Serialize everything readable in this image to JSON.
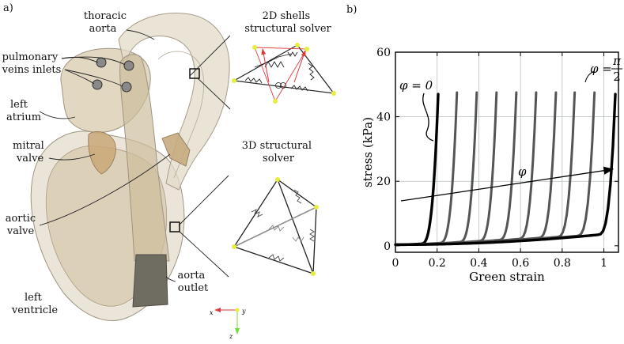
{
  "panel_a": {
    "panel_label": "a)",
    "labels": {
      "thoracic_aorta": [
        "thoracic",
        "aorta"
      ],
      "pulmonary_veins_inlets": [
        "pulmonary",
        "veins inlets"
      ],
      "left_atrium": [
        "left",
        "atrium"
      ],
      "mitral_valve": [
        "mitral",
        "valve"
      ],
      "aortic_valve": [
        "aortic",
        "valve"
      ],
      "left_ventricle": [
        "left",
        "ventricle"
      ],
      "aorta_outlet": [
        "aorta",
        "outlet"
      ],
      "shells_solver": [
        "2D shells",
        "structural solver"
      ],
      "solver_3d": [
        "3D structural",
        "solver"
      ]
    },
    "axes_glyph": {
      "x": "x",
      "y": "y",
      "z": "z"
    },
    "colors": {
      "tissue": "#d9ccb2",
      "tissue_edge": "#a79c88",
      "outlet": "#6f6c62",
      "node": "#e6ef3a",
      "red": "#e03a3a"
    }
  },
  "panel_b": {
    "panel_label": "b)",
    "phi_first": "φ = 0",
    "phi_symbol": "φ",
    "phi_last_prefix": "φ =",
    "phi_last_num": "π",
    "phi_last_den": "2"
  },
  "chart_data": {
    "type": "line",
    "xlabel": "Green strain",
    "ylabel": "stress (kPa)",
    "xlim": [
      0,
      1.07
    ],
    "ylim": [
      -2,
      60
    ],
    "xticks": [
      0,
      0.2,
      0.4,
      0.6,
      0.8,
      1
    ],
    "xtick_labels": [
      "0",
      "0.2",
      "0.4",
      "0.6",
      "0.8",
      "1"
    ],
    "yticks": [
      0,
      20,
      40,
      60
    ],
    "ytick_labels": [
      "0",
      "20",
      "40",
      "60"
    ],
    "grid": true,
    "series": [
      {
        "strain_at_max": 0.205,
        "stress_max": 47,
        "color": "#000000",
        "width": 3.4
      },
      {
        "strain_at_max": 0.295,
        "stress_max": 47.5,
        "color": "#555555",
        "width": 3
      },
      {
        "strain_at_max": 0.39,
        "stress_max": 47.5,
        "color": "#555555",
        "width": 3
      },
      {
        "strain_at_max": 0.485,
        "stress_max": 47.5,
        "color": "#555555",
        "width": 3
      },
      {
        "strain_at_max": 0.58,
        "stress_max": 47.5,
        "color": "#555555",
        "width": 3
      },
      {
        "strain_at_max": 0.675,
        "stress_max": 47.5,
        "color": "#555555",
        "width": 3
      },
      {
        "strain_at_max": 0.77,
        "stress_max": 47.5,
        "color": "#555555",
        "width": 3
      },
      {
        "strain_at_max": 0.86,
        "stress_max": 47.5,
        "color": "#555555",
        "width": 3
      },
      {
        "strain_at_max": 0.955,
        "stress_max": 47.5,
        "color": "#555555",
        "width": 3
      },
      {
        "strain_at_max": 1.055,
        "stress_max": 47,
        "color": "#000000",
        "width": 3.4
      }
    ]
  }
}
